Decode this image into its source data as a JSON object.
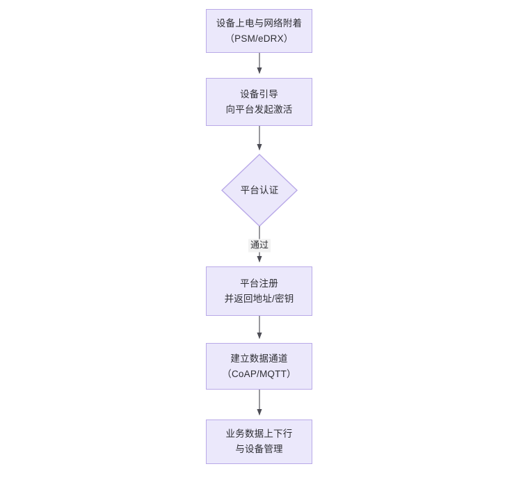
{
  "diagram": {
    "type": "flowchart",
    "direction": "top-to-bottom",
    "background_color": "#ffffff",
    "node_fill_color": "#ebe8fb",
    "node_border_color": "#b9a9e8",
    "text_color": "#2e2e33",
    "connector_color": "#4d4d55",
    "nodes": [
      {
        "id": "n1",
        "shape": "rect",
        "lines": [
          "设备上电与网络附着",
          "（PSM/eDRX）"
        ]
      },
      {
        "id": "n2",
        "shape": "rect",
        "lines": [
          "设备引导",
          "向平台发起激活"
        ]
      },
      {
        "id": "n3",
        "shape": "diamond",
        "lines": [
          "平台认证"
        ]
      },
      {
        "id": "n4",
        "shape": "rect",
        "lines": [
          "平台注册",
          "并返回地址/密钥"
        ]
      },
      {
        "id": "n5",
        "shape": "rect",
        "lines": [
          "建立数据通道",
          "（CoAP/MQTT）"
        ]
      },
      {
        "id": "n6",
        "shape": "rect",
        "lines": [
          "业务数据上下行",
          "与设备管理"
        ]
      }
    ],
    "edges": [
      {
        "from": "n1",
        "to": "n2",
        "label": ""
      },
      {
        "from": "n2",
        "to": "n3",
        "label": ""
      },
      {
        "from": "n3",
        "to": "n4",
        "label": "通过"
      },
      {
        "from": "n4",
        "to": "n5",
        "label": ""
      },
      {
        "from": "n5",
        "to": "n6",
        "label": ""
      }
    ]
  }
}
